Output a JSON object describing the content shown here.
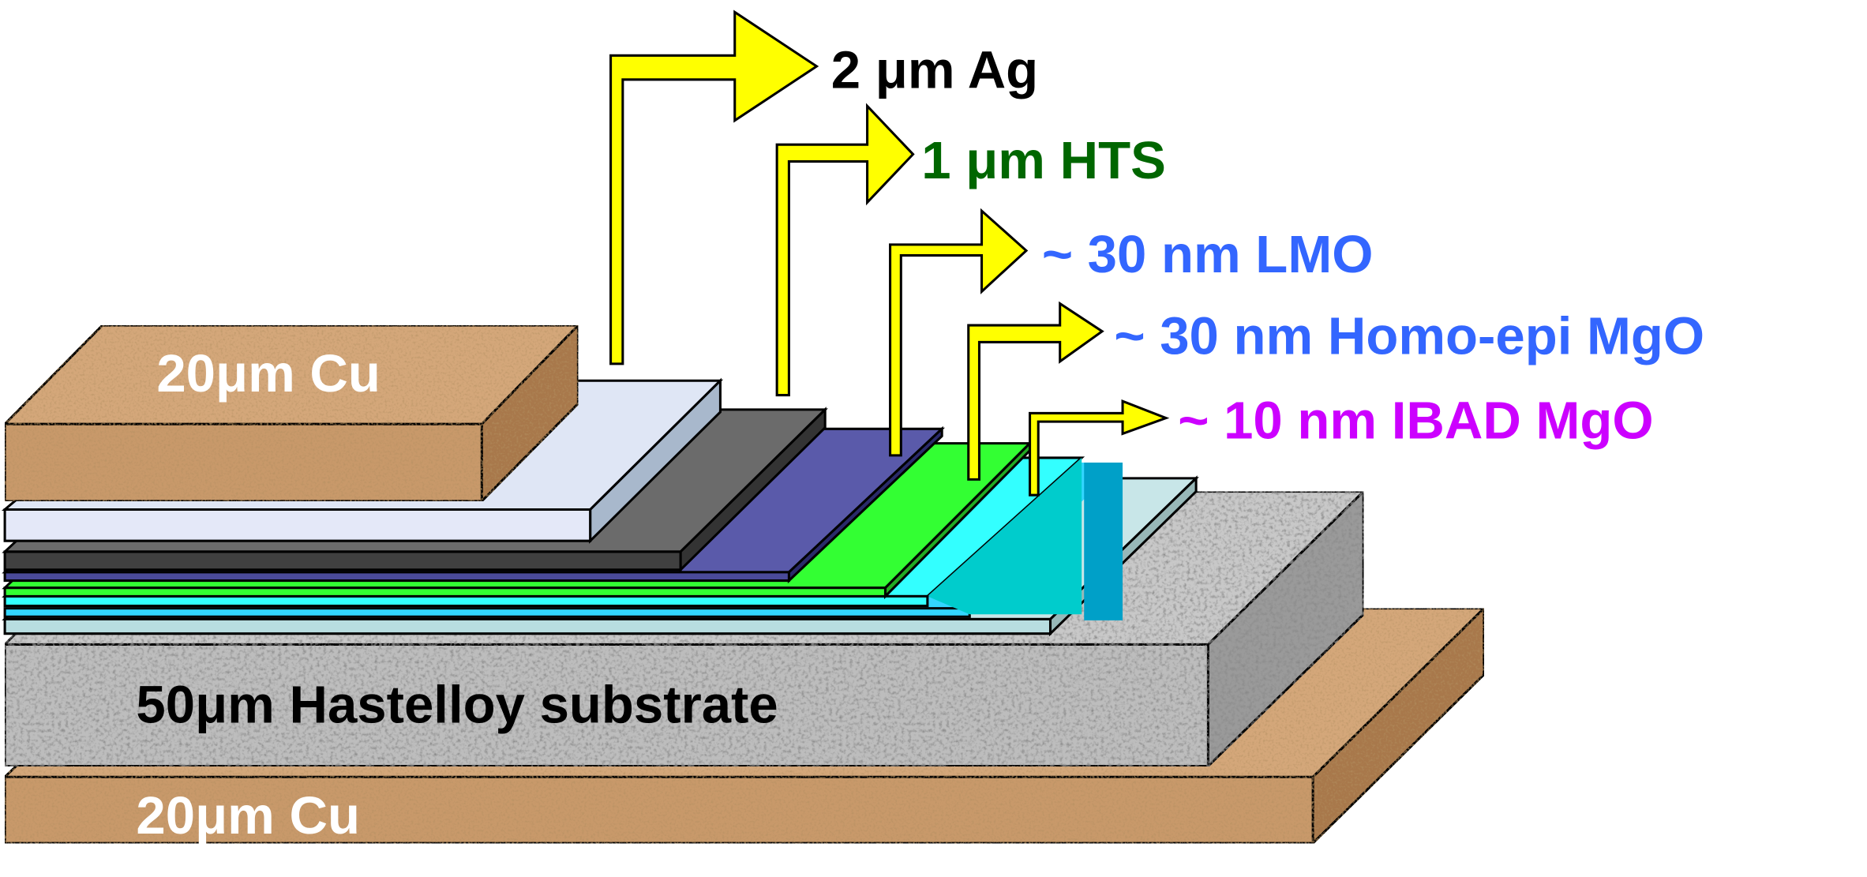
{
  "diagram": {
    "type": "layered-structure",
    "layers": [
      {
        "id": "cu-top",
        "label": "20μm Cu",
        "color": "#c8996a"
      },
      {
        "id": "ag",
        "label": "2 μm Ag",
        "color": "#dfe6f5",
        "label_color": "#000000"
      },
      {
        "id": "hts",
        "label": "1 μm HTS",
        "color": "#6b6b6b",
        "label_color": "#006600"
      },
      {
        "id": "lmo",
        "label": "~ 30 nm LMO",
        "color": "#5a5aaa",
        "label_color": "#3366ff"
      },
      {
        "id": "homo-epi-mgo",
        "label": "~ 30 nm Homo-epi MgO",
        "color": "#33ff33",
        "label_color": "#3366ff"
      },
      {
        "id": "ibad-mgo",
        "label": "~ 10 nm IBAD MgO",
        "color": "#33ffff",
        "label_color": "#cc00ff"
      },
      {
        "id": "hastelloy",
        "label": "50μm Hastelloy substrate",
        "color": "#b4b4b4"
      },
      {
        "id": "cu-bottom",
        "label": "20μm Cu",
        "color": "#c8996a"
      }
    ],
    "arrow_color": "#ffff00"
  }
}
